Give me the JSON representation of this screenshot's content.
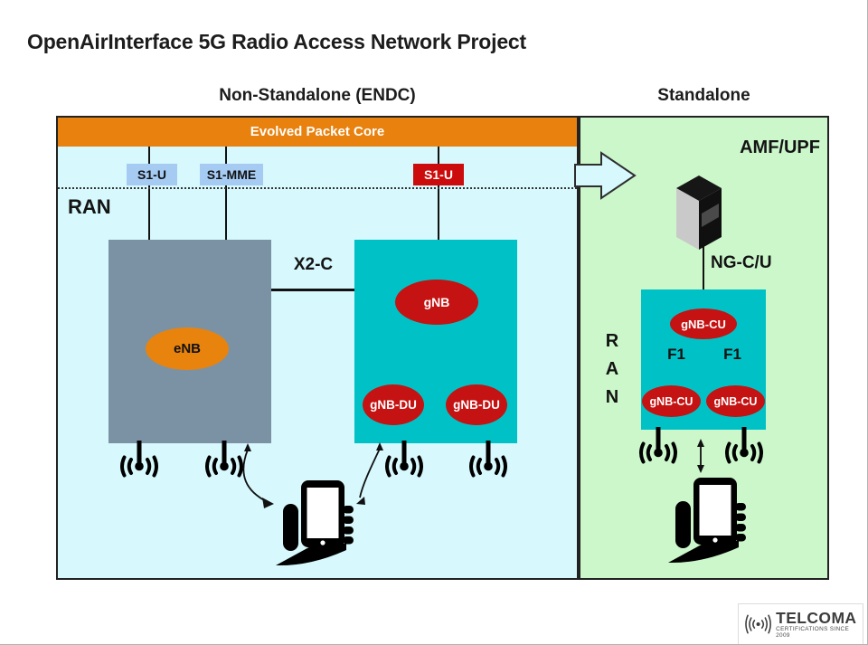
{
  "title": "OpenAirInterface 5G Radio Access Network Project",
  "sections": {
    "nsa_heading": "Non-Standalone (ENDC)",
    "sa_heading": "Standalone"
  },
  "nsa": {
    "epc_label": "Evolved Packet Core",
    "s1u_left": "S1-U",
    "s1mme": "S1-MME",
    "s1u_right": "S1-U",
    "ran_label": "RAN",
    "enb": "eNB",
    "x2c": "X2-C",
    "gnb": "gNB",
    "gnb_du": [
      "gNB-DU",
      "gNB-DU"
    ]
  },
  "sa": {
    "amf_upf": "AMF/UPF",
    "ng": "NG-C/U",
    "ran_letters": [
      "R",
      "A",
      "N"
    ],
    "gnb_cu_top": "gNB-CU",
    "f1": [
      "F1",
      "F1"
    ],
    "gnb_cu_bottom": [
      "gNB-CU",
      "gNB-CU"
    ]
  },
  "logo": {
    "name": "TELCOMA",
    "tagline": "CERTIFICATIONS SINCE 2009"
  },
  "colors": {
    "nsa_panel_bg": "#d7f8fc",
    "sa_panel_bg": "#cbf7cb",
    "epc_orange": "#e8810e",
    "enb_box_gray": "#7b92a4",
    "gnb_teal": "#00c2c6",
    "node_red": "#c51212",
    "iface_blue": "#a5cbf3",
    "iface_red": "#cc0c0c"
  }
}
